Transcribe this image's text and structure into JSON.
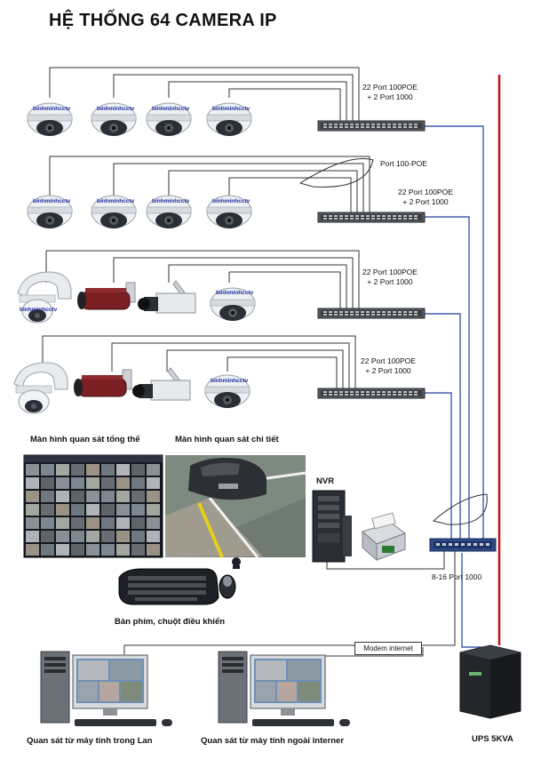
{
  "title": "HỆ THỐNG 64 CAMERA IP",
  "camera_brand": "binhminhcctv",
  "switch_labels": {
    "row1": {
      "line1": "22 Port 100POE",
      "line2": "+ 2 Port 1000"
    },
    "row2_hub": "Port 100-POE",
    "row2": {
      "line1": "22 Port 100POE",
      "line2": "+ 2 Port 1000"
    },
    "row3": {
      "line1": "22 Port 100POE",
      "line2": "+ 2 Port 1000"
    },
    "row4": {
      "line1": "22 Port 100POE",
      "line2": "+ 2 Port 1000"
    }
  },
  "core_switch_label": "8-16 Port 1000",
  "monitors": {
    "overview_label": "Màn hình quan sát tổng thể",
    "detail_label": "Màn hình quan sát chi tiết"
  },
  "nvr_label": "NVR",
  "keyboard_label": "Bàn phím, chuột điều khiển",
  "modem_label": "Modem internet",
  "lan_pc_label": "Quan sát từ máy tính trong Lan",
  "remote_pc_label": "Quan sát từ máy tính ngoài interner",
  "ups_label": "UPS 5KVA",
  "colors": {
    "uplink": "#1f3f9a",
    "power": "#cc1111",
    "cable": "#333333"
  }
}
